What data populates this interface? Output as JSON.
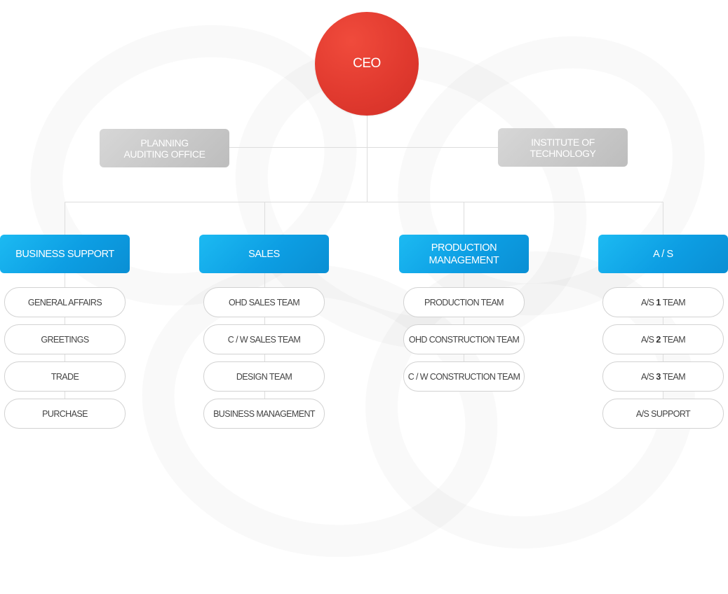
{
  "ceo": {
    "label": "CEO"
  },
  "planning": {
    "line1": "PLANNING",
    "line2": "AUDITING OFFICE"
  },
  "institute": {
    "line1": "INSTITUTE OF",
    "line2": "TECHNOLOGY"
  },
  "departments": [
    {
      "label": "BUSINESS SUPPORT",
      "teams": [
        "GENERAL AFFAIRS",
        "GREETINGS",
        "TRADE",
        "PURCHASE"
      ]
    },
    {
      "label": "SALES",
      "teams": [
        "OHD SALES TEAM",
        "C / W SALES TEAM",
        "DESIGN TEAM",
        "BUSINESS MANAGEMENT"
      ]
    },
    {
      "line1": "PRODUCTION",
      "line2": "MANAGEMENT",
      "teams": [
        "PRODUCTION TEAM",
        "OHD CONSTRUCTION TEAM",
        "C / W CONSTRUCTION TEAM"
      ]
    },
    {
      "label": "A / S",
      "teams": [
        {
          "prefix": "A/S",
          "num": "1",
          "suffix": "TEAM"
        },
        {
          "prefix": "A/S",
          "num": "2",
          "suffix": "TEAM"
        },
        {
          "prefix": "A/S",
          "num": "3",
          "suffix": "TEAM"
        },
        "A/S SUPPORT"
      ]
    }
  ],
  "colors": {
    "ceo": "#e13a2f",
    "department": "#0d9ee3",
    "office": "#c8c8c8",
    "connector": "#dddddd"
  }
}
